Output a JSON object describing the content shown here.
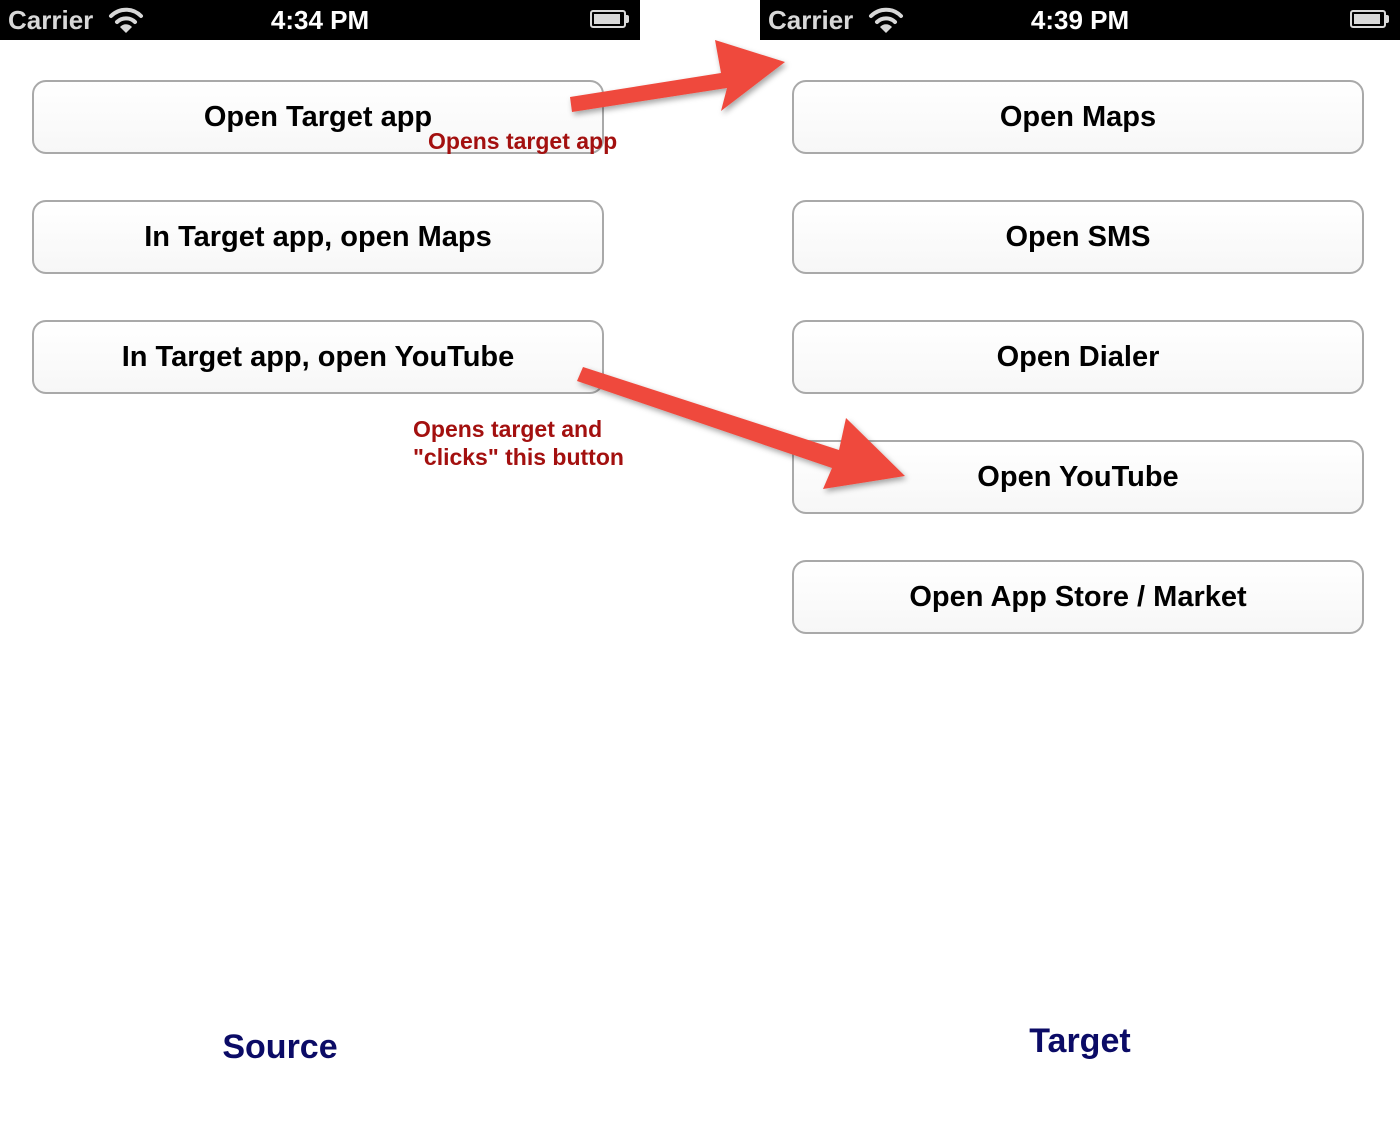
{
  "source": {
    "status_bar": {
      "carrier": "Carrier",
      "time": "4:34 PM"
    },
    "buttons": [
      {
        "label": "Open Target app"
      },
      {
        "label": "In Target app, open Maps"
      },
      {
        "label": "In Target app, open YouTube"
      }
    ],
    "footer_label": "Source"
  },
  "target": {
    "status_bar": {
      "carrier": "Carrier",
      "time": "4:39 PM"
    },
    "buttons": [
      {
        "label": "Open Maps"
      },
      {
        "label": "Open SMS"
      },
      {
        "label": "Open Dialer"
      },
      {
        "label": "Open YouTube"
      },
      {
        "label": "Open App Store / Market"
      }
    ],
    "footer_label": "Target"
  },
  "annotations": {
    "opens_target_app": "Opens target app",
    "clicks_line1": "Opens target and",
    "clicks_line2": "\"clicks\" this button"
  },
  "colors": {
    "arrow": "#ef4a3e",
    "annotation_text": "#a3100f",
    "footer_text": "#0b0b66",
    "status_bar_bg": "#000000",
    "button_border": "#a9a9a9"
  },
  "icons": [
    "wifi-icon",
    "battery-icon",
    "arrow-icon"
  ]
}
